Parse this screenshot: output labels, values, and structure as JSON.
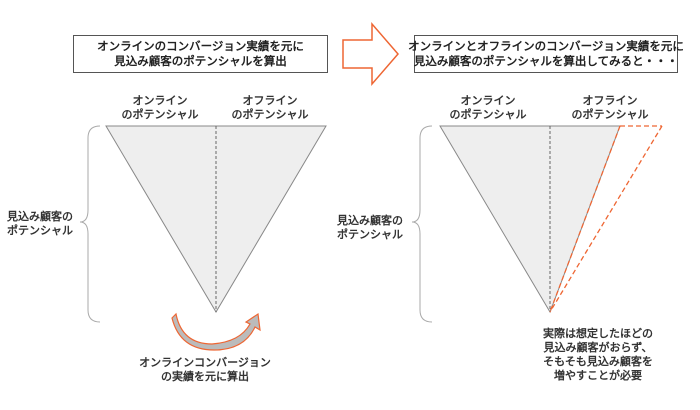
{
  "left_panel": {
    "title_lines": [
      "オンラインのコンバージョン実績を元に",
      "見込み顧客のポテンシャルを算出"
    ],
    "online_label": [
      "オンライン",
      "のポテンシャル"
    ],
    "offline_label": [
      "オフライン",
      "のポテンシャル"
    ],
    "axis_label": [
      "見込み顧客の",
      "ポテンシャル"
    ],
    "bottom_note": [
      "オンラインコンバージョン",
      "の実績を元に算出"
    ]
  },
  "right_panel": {
    "title_lines": [
      "オンラインとオフラインのコンバージョン実績を元に",
      "見込み顧客のポテンシャルを算出してみると・・・"
    ],
    "online_label": [
      "オンライン",
      "のポテンシャル"
    ],
    "offline_label": [
      "オフライン",
      "のポテンシャル"
    ],
    "axis_label": [
      "見込み顧客の",
      "ポテンシャル"
    ],
    "bottom_note": [
      "実際は想定したほどの",
      "見込み顧客がおらず、",
      "そもそも見込み顧客を",
      "増やすことが必要"
    ]
  },
  "colors": {
    "accent": "#ee6633",
    "triangle_fill": "#eeeeee",
    "outline": "#555555",
    "curve_fill": "#bbbbbb"
  }
}
